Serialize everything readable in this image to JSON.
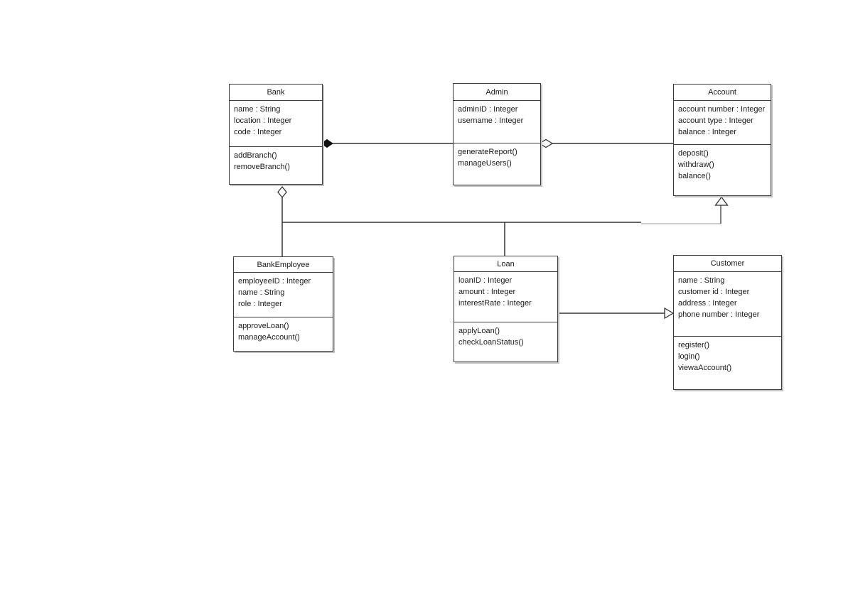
{
  "classes": [
    {
      "name": "Bank",
      "attributes": [
        "name : String",
        "location : Integer",
        "code : Integer"
      ],
      "methods": [
        "addBranch()",
        "removeBranch()"
      ]
    },
    {
      "name": "Admin",
      "attributes": [
        "adminID : Integer",
        "username : Integer"
      ],
      "methods": [
        "generateReport()",
        "manageUsers()"
      ]
    },
    {
      "name": "Account",
      "attributes": [
        "account number : Integer",
        "account type : Integer",
        "balance : Integer"
      ],
      "methods": [
        "deposit()",
        "withdraw()",
        "balance()"
      ]
    },
    {
      "name": "BankEmployee",
      "attributes": [
        "employeeID : Integer",
        "name : String",
        "role : Integer"
      ],
      "methods": [
        "approveLoan()",
        "manageAccount()"
      ]
    },
    {
      "name": "Loan",
      "attributes": [
        "loanID : Integer",
        "amount : Integer",
        "interestRate : Integer"
      ],
      "methods": [
        "applyLoan()",
        "checkLoanStatus()"
      ]
    },
    {
      "name": "Customer",
      "attributes": [
        "name : String",
        "customer id : Integer",
        "address : Integer",
        "phone number : Integer"
      ],
      "methods": [
        "register()",
        "login()",
        "viewaAccount()"
      ]
    }
  ],
  "relationships": [
    {
      "from": "Bank",
      "to": "Admin",
      "type": "composition",
      "marker": "filled-diamond-at-Bank"
    },
    {
      "from": "Admin",
      "to": "Account",
      "type": "aggregation",
      "marker": "hollow-diamond-at-Admin"
    },
    {
      "from": "Bank",
      "to": "BankEmployee",
      "type": "aggregation",
      "marker": "hollow-diamond-at-Bank"
    },
    {
      "from": "BankEmployee, Loan",
      "to": "Account",
      "type": "generalization",
      "marker": "hollow-triangle-at-Account"
    },
    {
      "from": "Loan",
      "to": "Customer",
      "type": "generalization",
      "marker": "hollow-triangle-at-Customer"
    }
  ],
  "colors": {
    "line": "#333333",
    "light_line": "#b5b5b5",
    "box_border": "#3c3c3c",
    "text": "#1b1b1b",
    "background": "#ffffff",
    "shadow": "#c2c2c2",
    "filled_diamond": "#111111"
  }
}
